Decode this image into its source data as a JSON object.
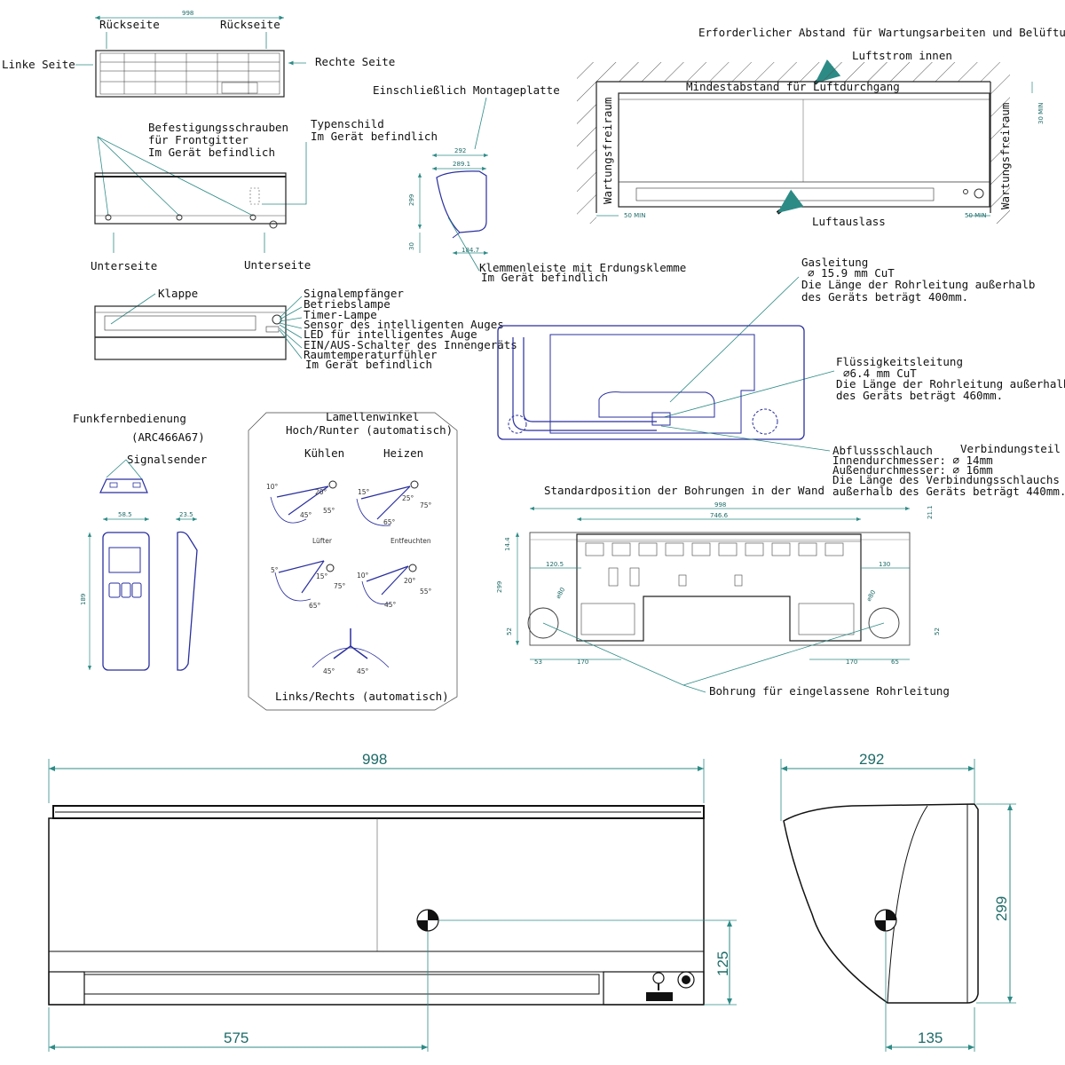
{
  "colors": {
    "drawing": "#2a2f9e",
    "dimension": "#2d8b86",
    "text": "#111111"
  },
  "views": {
    "rear_back_left": "Rückseite",
    "rear_back_right": "Rückseite",
    "left_side": "Linke Seite",
    "right_side": "Rechte Seite",
    "rear_dim": "998",
    "screws": [
      "Befestigungsschrauben",
      "für Frontgitter",
      "Im Gerät befindlich"
    ],
    "nameplate": [
      "Typenschild",
      "Im Gerät befindlich"
    ],
    "bottom_left": "Unterseite",
    "bottom_right": "Unterseite",
    "flap": "Klappe",
    "front_labels": [
      "Signalempfänger",
      "Betriebslampe",
      "Timer-Lampe",
      "Sensor des intelligenten Auges",
      "LED für intelligentes Auge",
      "EIN/AUS-Schalter des Innengeräts",
      "Raumtemperaturfühler",
      "Im Gerät befindlich"
    ]
  },
  "side_small": {
    "title": "Einschließlich Montageplatte",
    "dims": [
      "292",
      "289.1",
      "299",
      "30",
      "184.7"
    ],
    "terminal": [
      "Klemmenleiste mit Erdungsklemme",
      "Im Gerät befindlich"
    ]
  },
  "clearance": {
    "title": "Erforderlicher Abstand für Wartungsarbeiten und Belüftung",
    "airflow_in": "Luftstrom innen",
    "min_distance": "Mindestabstand für Luftdurchgang",
    "service_left": "Wartungsfreiraum",
    "service_right": "Wartungsfreiraum",
    "top_min": "30 MIN",
    "left_min": "50 MIN",
    "right_min": "50 MIN",
    "outlet": "Luftauslass"
  },
  "piping": {
    "gas": [
      "Gasleitung",
      "⌀ 15.9 mm CuT",
      "Die Länge der Rohrleitung außerhalb",
      "des Geräts beträgt 400mm."
    ],
    "liquid": [
      "Flüssigkeitsleitung",
      "⌀6.4 mm CuT",
      "Die Länge der Rohrleitung außerhalb",
      "des Geräts beträgt 460mm."
    ],
    "drain_title": "Abflussschlauch",
    "connection": "Verbindungsteil",
    "drain_details": [
      "Innendurchmesser: ⌀ 14mm",
      "Außendurchmesser: ⌀ 16mm",
      "Die Länge des Verbindungsschlauchs",
      "außerhalb des Geräts beträgt 440mm."
    ]
  },
  "remote": {
    "title": "Funkfernbedienung",
    "model": "(ARC466A67)",
    "transmitter": "Signalsender",
    "dims": [
      "58.5",
      "23.5",
      "189"
    ]
  },
  "louvers": {
    "title": "Lamellenwinkel",
    "subtitle": "Hoch/Runter (automatisch)",
    "cool": "Kühlen",
    "heat": "Heizen",
    "fan": "Lüfter",
    "dry": "Entfeuchten",
    "cool_angles": [
      "10°",
      "20°",
      "45°",
      "55°"
    ],
    "heat_angles": [
      "15°",
      "25°",
      "65°",
      "75°"
    ],
    "fan_angles": [
      "5°",
      "15°",
      "65°",
      "75°"
    ],
    "dry_angles": [
      "10°",
      "20°",
      "45°",
      "55°"
    ],
    "lr_angles": [
      "45°",
      "45°"
    ],
    "lr": "Links/Rechts (automatisch)"
  },
  "wall": {
    "title": "Standardposition der Bohrungen in der Wand",
    "dims": [
      "998",
      "746.6",
      "21.1",
      "14.4",
      "299",
      "120.5",
      "130",
      "⌀80",
      "⌀80",
      "52",
      "52",
      "53",
      "170",
      "170",
      "65"
    ],
    "holes": "Bohrung für eingelassene Rohrleitung"
  },
  "big": {
    "width": "998",
    "center_x": "575",
    "center_h": "125",
    "depth": "292",
    "height": "299",
    "side_center": "135"
  }
}
